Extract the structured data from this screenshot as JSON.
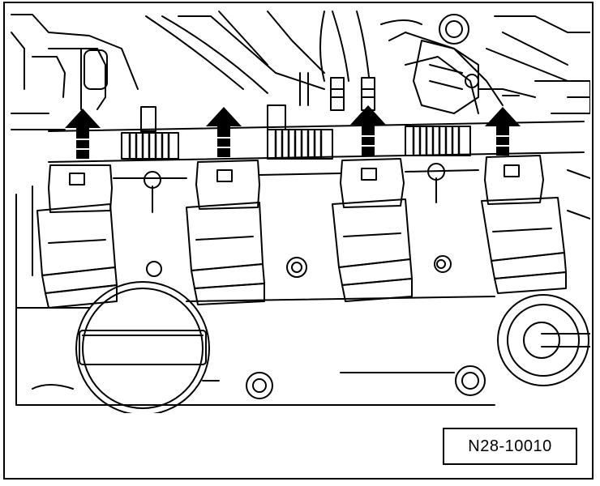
{
  "figure": {
    "code": "N28-10010",
    "colors": {
      "ink": "#000000",
      "paper": "#ffffff"
    },
    "arrows": [
      {
        "direction": "up",
        "target": "ignition-coil-1"
      },
      {
        "direction": "up",
        "target": "ignition-coil-2"
      },
      {
        "direction": "up",
        "target": "ignition-coil-3"
      },
      {
        "direction": "up",
        "target": "ignition-coil-4"
      }
    ]
  }
}
